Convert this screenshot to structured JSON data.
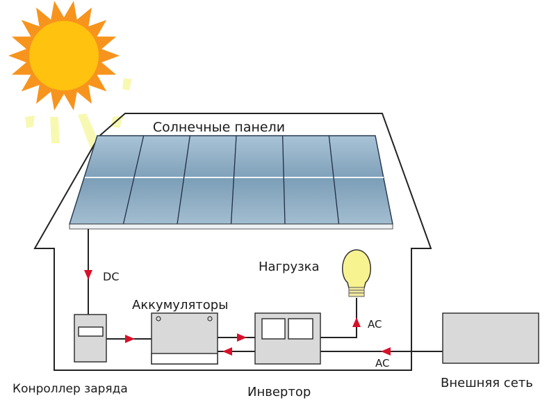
{
  "labels": {
    "solar_panels": "Солнечные панели",
    "dc": "DC",
    "batteries": "Аккумуляторы",
    "load": "Нагрузка",
    "ac_load": "AC",
    "ac_grid": "AC",
    "charge_controller": "Конроллер заряда",
    "inverter": "Инвертор",
    "external_grid": "Внешняя сеть"
  },
  "colors": {
    "arrow": "#d8102a",
    "sun_rays": "#f7941d",
    "sun_core": "#ffc20e",
    "light_beams": "#f5f7a8",
    "panel": "#8fb0c8",
    "device": "#d9d9d9",
    "bulb": "#f8f391"
  }
}
